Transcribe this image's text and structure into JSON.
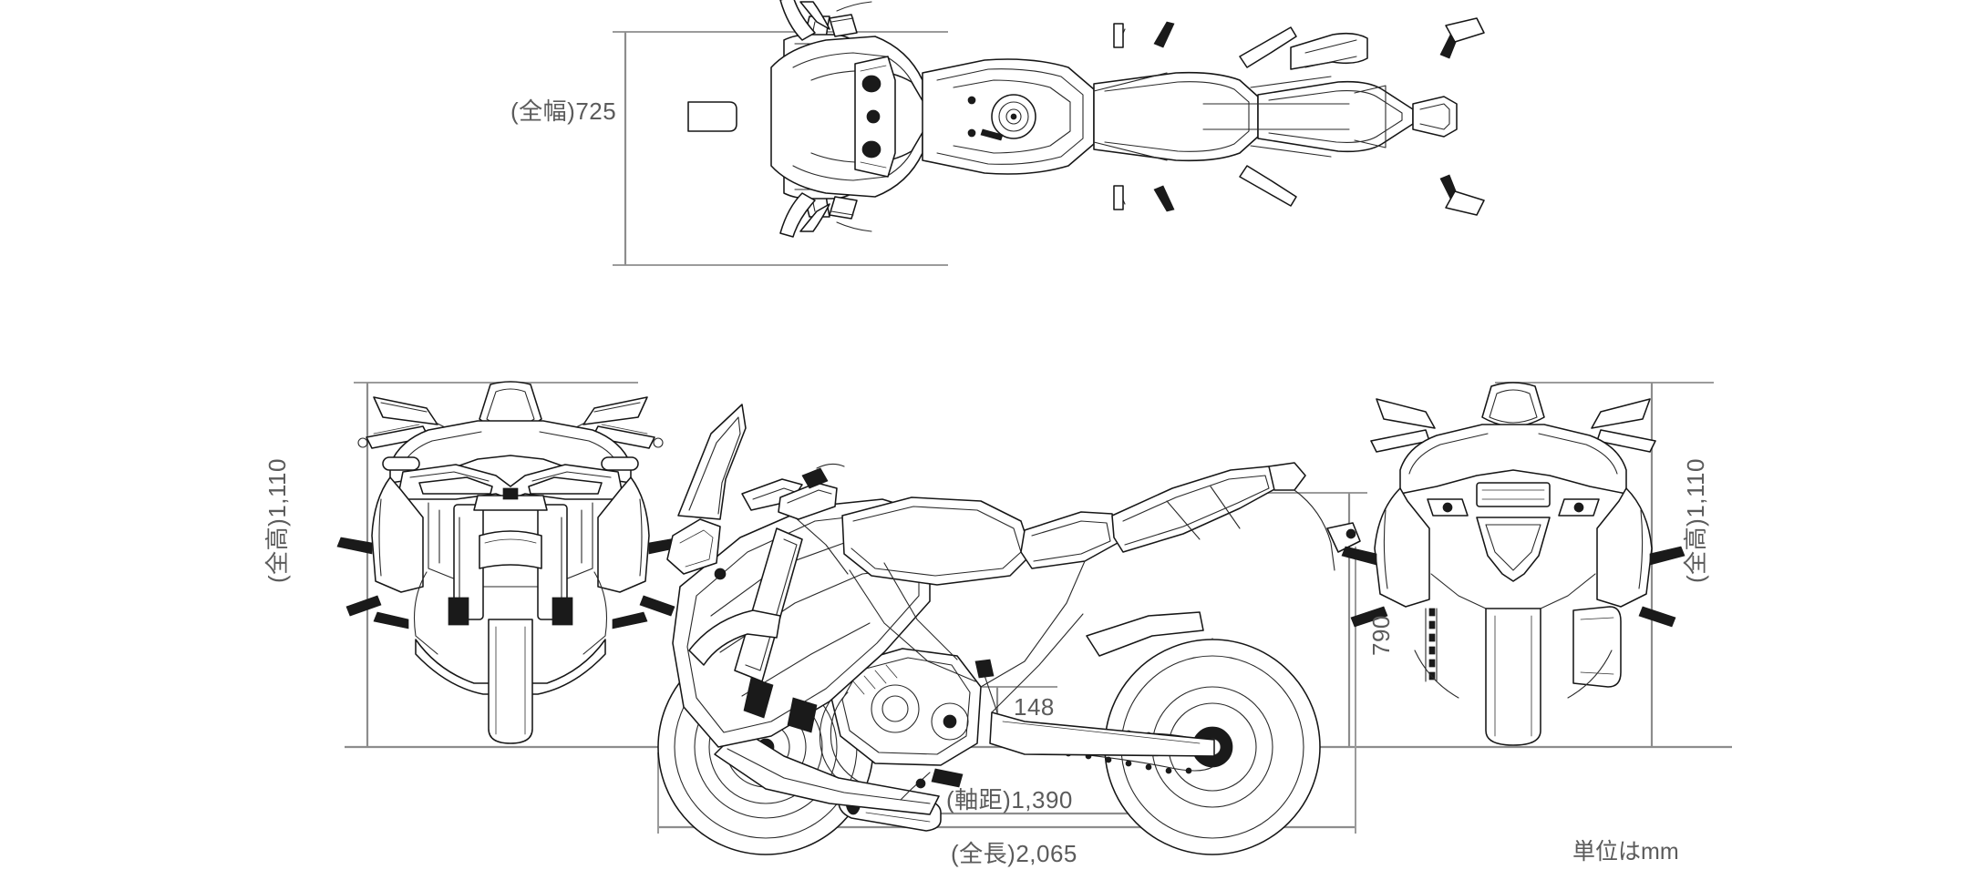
{
  "document": {
    "type": "technical-dimension-drawing",
    "subject": "motorcycle",
    "unit_note": "単位はmm"
  },
  "views": {
    "top": {
      "name": "top-view",
      "label": ""
    },
    "front": {
      "name": "front-view",
      "label": ""
    },
    "side": {
      "name": "side-view",
      "label": ""
    },
    "rear": {
      "name": "rear-view",
      "label": ""
    }
  },
  "dimensions": {
    "overall_width": {
      "label": "(全幅)725",
      "value": 725,
      "orientation": "vertical"
    },
    "overall_height_left": {
      "label": "(全高)1,110",
      "value": 1110,
      "orientation": "vertical"
    },
    "overall_height_right": {
      "label": "(全高)1,110",
      "value": 1110,
      "orientation": "vertical"
    },
    "seat_height": {
      "label": "790",
      "value": 790,
      "orientation": "vertical"
    },
    "ground_clearance": {
      "label": "148",
      "value": 148,
      "orientation": "horizontal"
    },
    "wheelbase": {
      "label": "(軸距)1,390",
      "value": 1390,
      "orientation": "horizontal"
    },
    "overall_length": {
      "label": "(全長)2,065",
      "value": 2065,
      "orientation": "horizontal"
    }
  },
  "colors": {
    "background": "#ffffff",
    "line": "#161616",
    "dimension_line": "#8d8d8d",
    "dimension_text": "#5b5b5b"
  }
}
